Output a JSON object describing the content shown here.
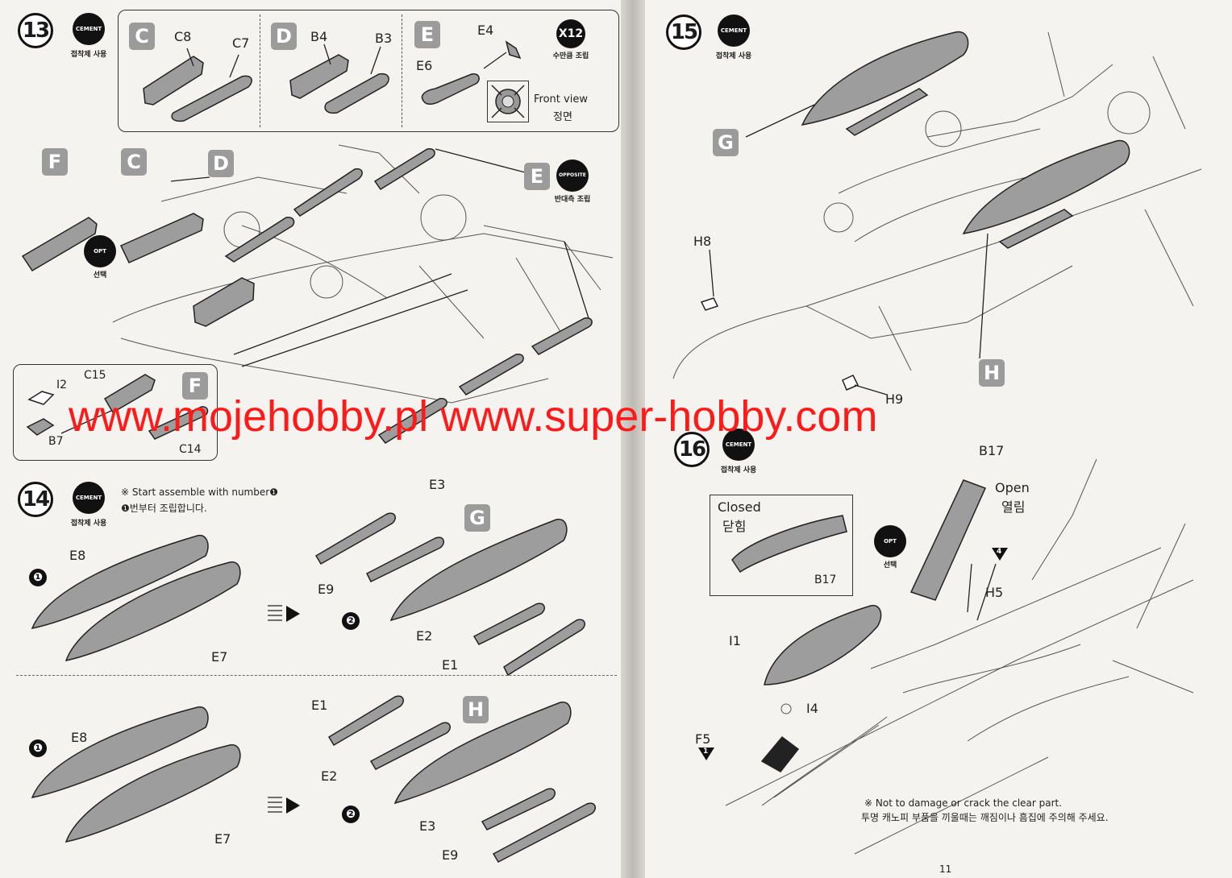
{
  "steps": {
    "s13": {
      "number": "13",
      "badge": "CEMENT",
      "caption": "접착제 사용"
    },
    "s14": {
      "number": "14",
      "badge": "CEMENT",
      "caption": "접착제 사용",
      "note_en": "※ Start assemble with number❶",
      "note_ko": "❶번부터 조립합니다."
    },
    "s15": {
      "number": "15",
      "badge": "CEMENT",
      "caption": "접착제 사용"
    },
    "s16": {
      "number": "16",
      "badge": "CEMENT",
      "caption": "접착제 사용"
    }
  },
  "step13": {
    "subassemblies": {
      "c": {
        "tag": "C",
        "parts": [
          "C8",
          "C7"
        ]
      },
      "d": {
        "tag": "D",
        "parts": [
          "B4",
          "B3"
        ]
      },
      "e": {
        "tag": "E",
        "parts": [
          "E4",
          "E6"
        ]
      }
    },
    "x12": {
      "badge": "X12",
      "caption": "수만큼 조립"
    },
    "front_view": {
      "en": "Front view",
      "ko": "정면"
    },
    "tags": [
      "F",
      "C",
      "D",
      "E"
    ],
    "opt": {
      "badge": "OPT",
      "caption": "선택"
    },
    "opposite": {
      "badge": "OPPOSITE",
      "caption": "반대측 조립"
    },
    "inset": {
      "tag": "F",
      "parts": [
        "I2",
        "C15",
        "B7",
        "C14"
      ]
    }
  },
  "step14": {
    "row1": {
      "bullet1": "❶",
      "bullet2": "❷",
      "tag": "G",
      "parts": [
        "E8",
        "E7",
        "E3",
        "E9",
        "E2",
        "E1"
      ]
    },
    "row2": {
      "bullet1": "❶",
      "bullet2": "❷",
      "tag": "H",
      "parts": [
        "E8",
        "E7",
        "E1",
        "E2",
        "E3",
        "E9"
      ]
    }
  },
  "step15": {
    "tags": [
      "G",
      "H"
    ],
    "parts": [
      "H8",
      "H9"
    ]
  },
  "step16": {
    "closed": {
      "en": "Closed",
      "ko": "닫힘",
      "part": "B17"
    },
    "open": {
      "en": "Open",
      "ko": "열림"
    },
    "opt": {
      "badge": "OPT",
      "caption": "선택"
    },
    "parts": [
      "B17",
      "H5",
      "I1",
      "I4",
      "F5"
    ],
    "tri_left": "1",
    "tri_right": "4",
    "note_en": "※ Not to damage or crack the clear part.",
    "note_ko": "투명 캐노피 부품을 끼울때는 깨짐이나 흠집에 주의해 주세요."
  },
  "watermark": "www.mojehobby.pl www.super-hobby.com",
  "page_number": "11"
}
